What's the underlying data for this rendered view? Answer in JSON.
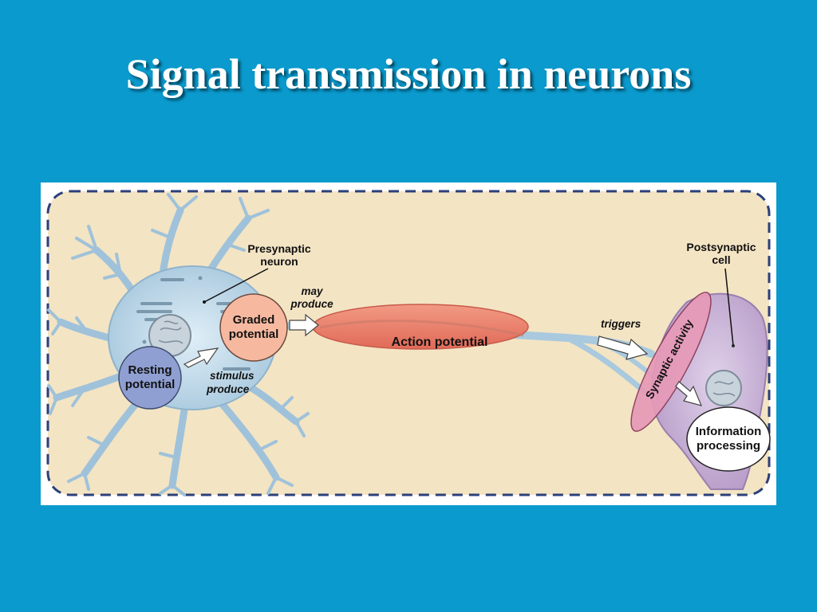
{
  "slide": {
    "title": "Signal transmission in neurons"
  },
  "diagram": {
    "labels": {
      "presynaptic_line1": "Presynaptic",
      "presynaptic_line2": "neuron",
      "postsynaptic_line1": "Postsynaptic",
      "postsynaptic_line2": "cell",
      "graded_line1": "Graded",
      "graded_line2": "potential",
      "resting_line1": "Resting",
      "resting_line2": "potential",
      "stimulus_line1": "stimulus",
      "stimulus_line2": "produce",
      "may_line1": "may",
      "may_line2": "produce",
      "action_potential": "Action potential",
      "triggers": "triggers",
      "synaptic_activity": "Synaptic activity",
      "info_line1": "Information",
      "info_line2": "processing"
    },
    "colors": {
      "background": "#0a9acd",
      "panel_fill": "#f3e4c4",
      "border_dash": "#2b3f7a",
      "neuron_body": "#bcd6e6",
      "dendrite": "#9fc2da",
      "graded_fill": "#f6b9a0",
      "resting_fill": "#8f9fd2",
      "axon_fill": "#ea7a68",
      "postsynaptic_fill": "#c5aed3",
      "synaptic_ring": "#e79ab8",
      "info_fill": "#ffffff"
    }
  }
}
